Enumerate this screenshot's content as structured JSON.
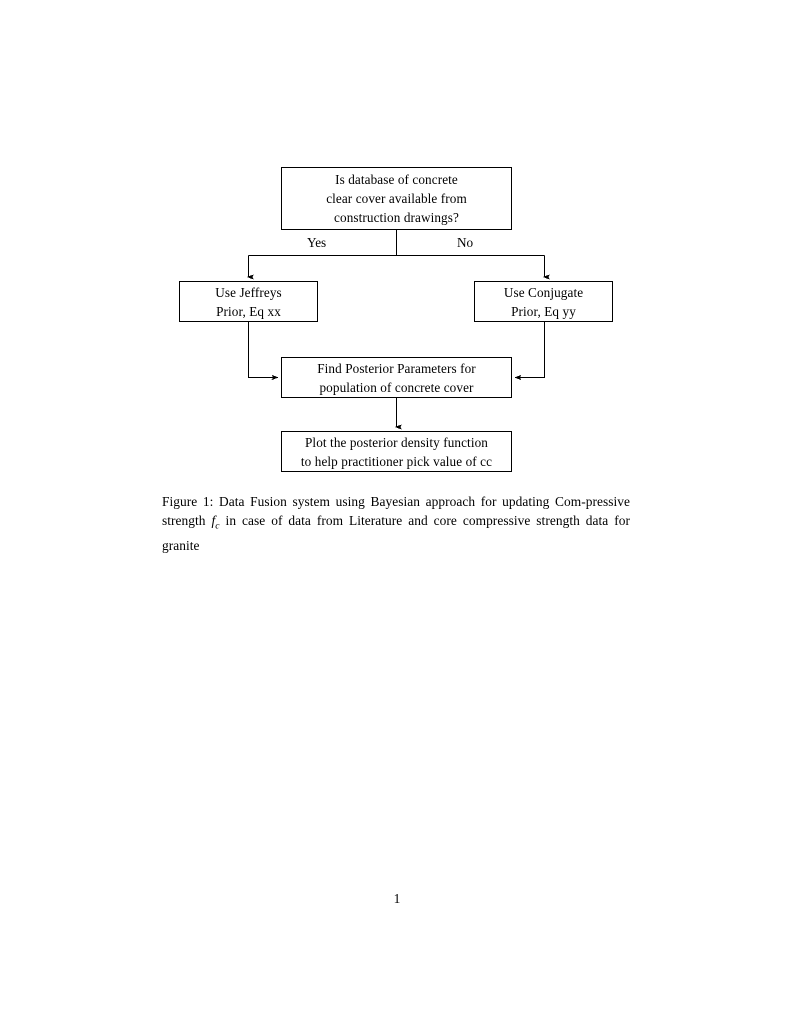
{
  "document": {
    "page_number": "1",
    "background_color": "#ffffff",
    "text_color": "#000000"
  },
  "figure": {
    "caption_prefix": "Figure 1:",
    "caption_part1": " Data Fusion system using Bayesian approach for updating Com-pressive strength ",
    "caption_math_base": "f",
    "caption_math_sub": "c",
    "caption_part2": " in case of data from Literature and core compressive strength data for granite",
    "caption_full": "Figure 1: Data Fusion system using Bayesian approach for updating Compressive strength f_c in case of data from Literature and core compressive strength data for granite"
  },
  "flowchart": {
    "stroke_color": "#000000",
    "fill_color": "#ffffff",
    "nodes": {
      "question": {
        "id": "box-question",
        "shape": "rectangle",
        "lines": [
          "Is database of concrete",
          "clear cover available from",
          "construction drawings?"
        ]
      },
      "jeffreys": {
        "id": "box-jeffreys",
        "shape": "rectangle",
        "lines": [
          "Use Jeffreys",
          "Prior, Eq xx"
        ]
      },
      "conjugate": {
        "id": "box-conjugate",
        "shape": "rectangle",
        "lines": [
          "Use Conjugate",
          "Prior, Eq yy"
        ]
      },
      "posterior": {
        "id": "box-posterior",
        "shape": "rectangle",
        "lines": [
          "Find Posterior Parameters for",
          "population of concrete cover"
        ]
      },
      "plot": {
        "id": "box-plot",
        "shape": "rectangle",
        "lines": [
          "Plot the posterior density function",
          "to help practitioner pick value of cc"
        ]
      }
    },
    "edge_labels": {
      "yes": "Yes",
      "no": "No"
    },
    "edges": [
      {
        "from": "question",
        "to": "jeffreys",
        "label": "Yes"
      },
      {
        "from": "question",
        "to": "conjugate",
        "label": "No"
      },
      {
        "from": "jeffreys",
        "to": "posterior",
        "label": ""
      },
      {
        "from": "conjugate",
        "to": "posterior",
        "label": ""
      },
      {
        "from": "posterior",
        "to": "plot",
        "label": ""
      }
    ]
  }
}
